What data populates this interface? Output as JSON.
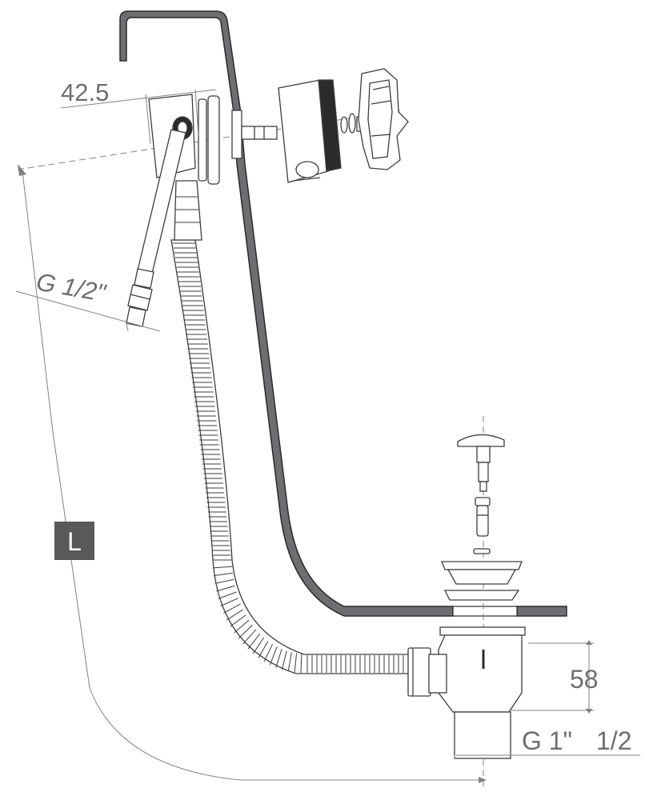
{
  "dimensions": {
    "width_label": "42.5",
    "hose_thread_label": "G 1/2\"",
    "length_badge": "L",
    "height_label": "58",
    "outlet_thread_label": "G 1\"",
    "outlet_thread_fraction": "1/2"
  },
  "colors": {
    "line": "#3d3d3d",
    "tub_fill": "#6d6e71",
    "dim_line": "#808285",
    "dim_text": "#6d6e71",
    "badge_bg": "#58595b",
    "parts_fill": "#ffffff"
  }
}
